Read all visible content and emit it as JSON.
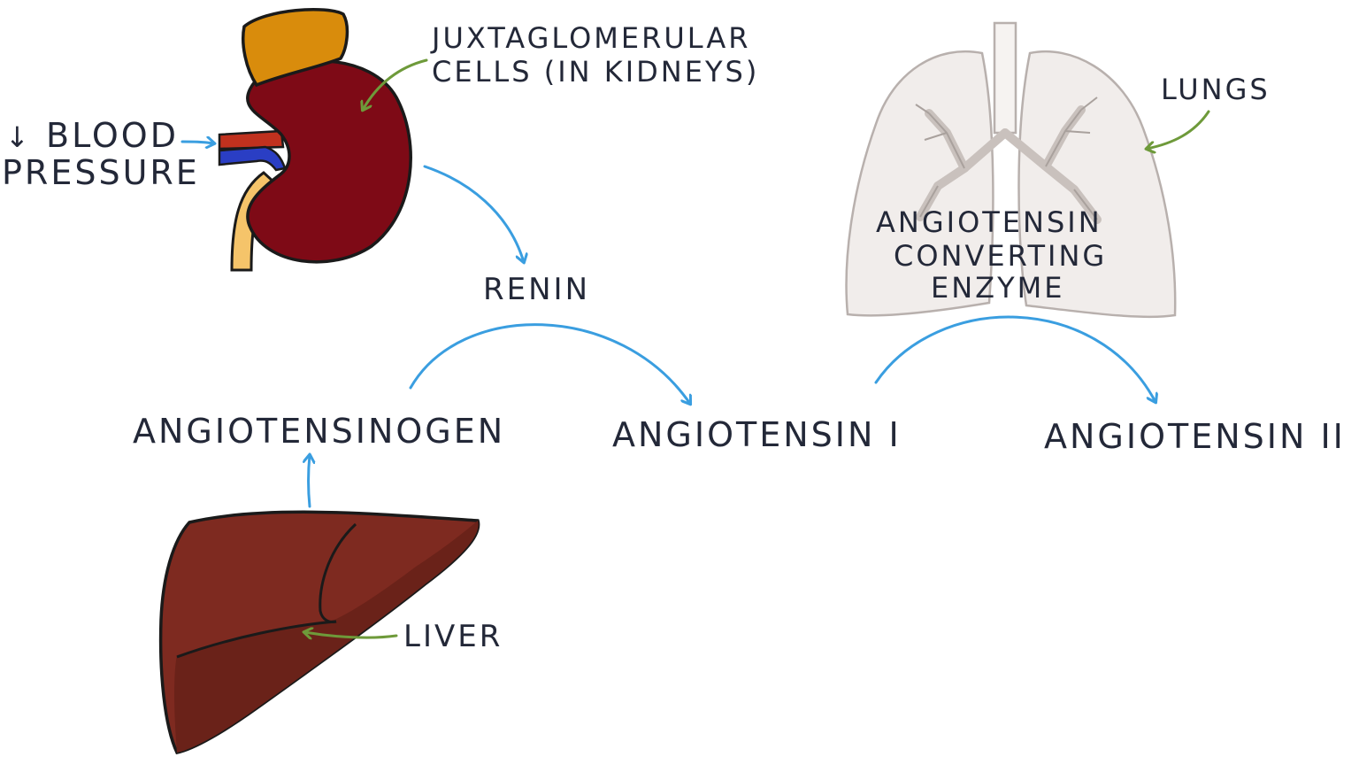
{
  "labels": {
    "blood_pressure_arrow": "↓",
    "blood_pressure_line1": "BLOOD",
    "blood_pressure_line2": "PRESSURE",
    "jg_line1": "JUXTAGLOMERULAR",
    "jg_line2": "CELLS (IN KIDNEYS)",
    "renin": "RENIN",
    "lungs": "LUNGS",
    "ace_line1": "ANGIOTENSIN",
    "ace_line2": "CONVERTING",
    "ace_line3": "ENZYME",
    "angiotensinogen": "ANGIOTENSINOGEN",
    "angiotensin_1": "ANGIOTENSIN I",
    "angiotensin_2": "ANGIOTENSIN II",
    "liver": "LIVER"
  },
  "colors": {
    "flow_arrow": "#3a9ee0",
    "pointer_arrow": "#6e9a3a",
    "kidney": "#7e0a16",
    "adrenal": "#d98c0c",
    "ureter": "#f5c46a",
    "artery": "#c0311e",
    "vein": "#2a3ec4",
    "liver": "#7e2a20",
    "lungs": "#f1edeb",
    "text": "#232838"
  }
}
